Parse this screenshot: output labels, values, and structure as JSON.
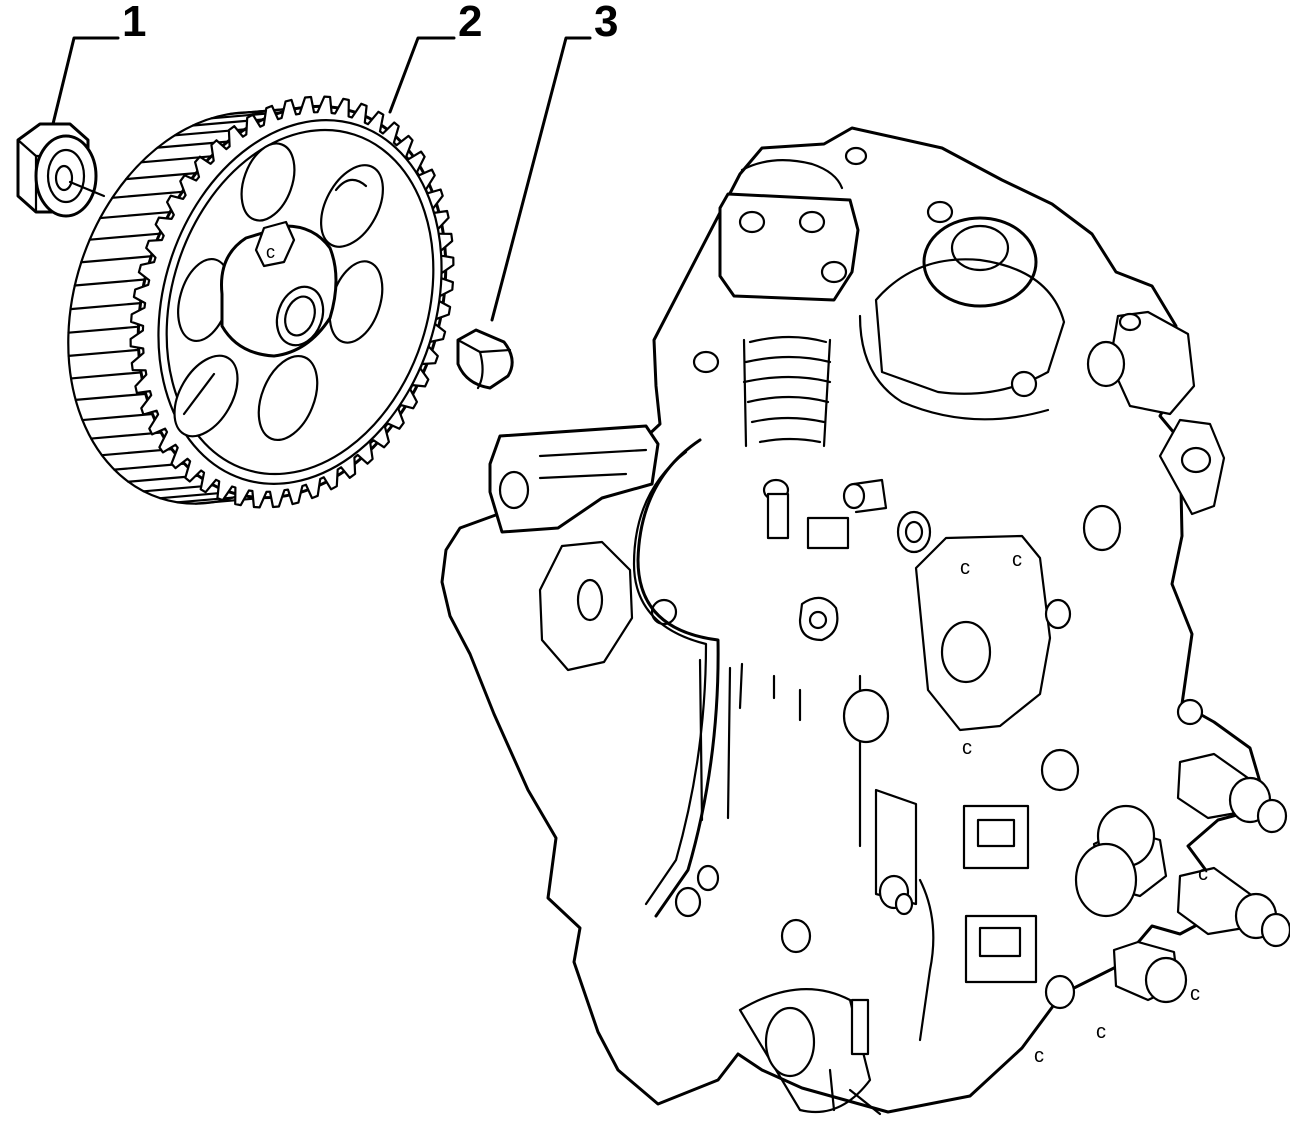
{
  "callouts": [
    {
      "id": "1",
      "label": "1",
      "part": "nut"
    },
    {
      "id": "2",
      "label": "2",
      "part": "gear"
    },
    {
      "id": "3",
      "label": "3",
      "part": "key"
    }
  ],
  "colors": {
    "line": "#000000",
    "background": "#ffffff"
  }
}
